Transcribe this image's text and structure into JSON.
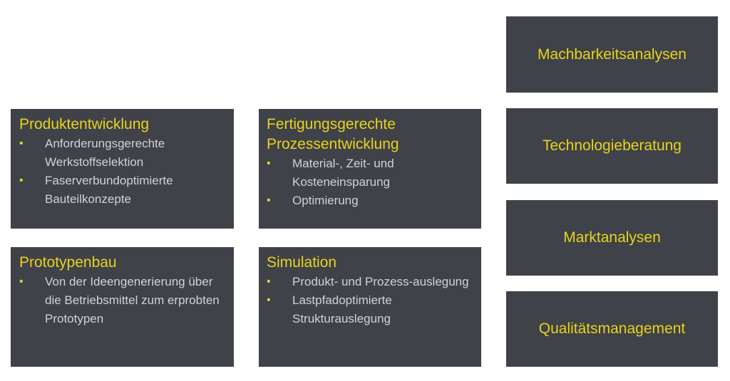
{
  "colors": {
    "box_bg": "#3f4248",
    "title": "#e8d21c",
    "text": "#d2d2d2",
    "page_bg": "#ffffff"
  },
  "boxes": [
    {
      "title": "Produktentwicklung",
      "bullets": [
        "Anforderungsgerechte Werkstoffselektion",
        "Faserverbundoptimierte Bauteilkonzepte"
      ]
    },
    {
      "title": "Prototypenbau",
      "bullets": [
        "Von der Ideengenerierung über die Betriebsmittel zum erprobten Prototypen"
      ]
    },
    {
      "title": "Fertigungsgerechte Prozessentwicklung",
      "bullets": [
        "Material-, Zeit- und Kosteneinsparung",
        "Optimierung"
      ]
    },
    {
      "title": "Simulation",
      "bullets": [
        "Produkt- und Prozess-auslegung",
        "Lastpfadoptimierte Strukturauslegung"
      ]
    },
    {
      "title": "Machbarkeitsanalysen"
    },
    {
      "title": "Technologieberatung"
    },
    {
      "title": "Marktanalysen"
    },
    {
      "title": "Qualitätsmanagement"
    }
  ]
}
